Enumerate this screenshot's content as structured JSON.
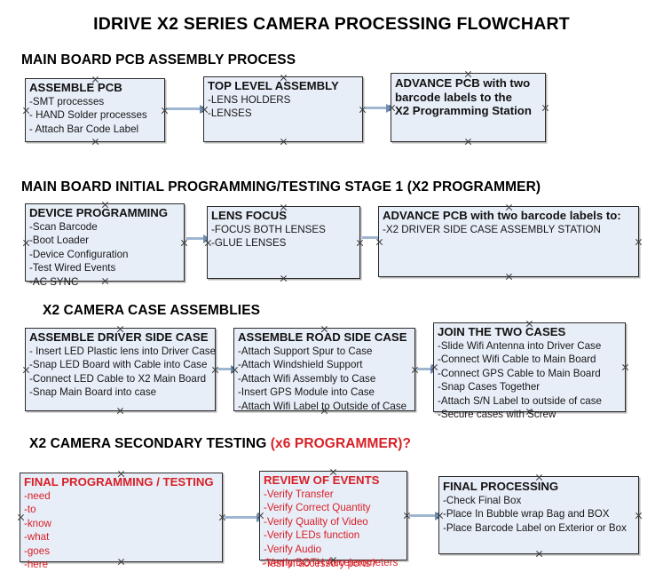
{
  "title": "IDRIVE X2  SERIES CAMERA PROCESSING FLOWCHART",
  "sections": [
    {
      "id": "main-board-pcb-assembly-process",
      "heading": "MAIN BOARD PCB ASSEMBLY PROCESS",
      "heading_red": ""
    },
    {
      "id": "main-board-initial-programming",
      "heading": "MAIN BOARD INITIAL PROGRAMMING/TESTING STAGE 1 (X2 PROGRAMMER)",
      "heading_red": ""
    },
    {
      "id": "x2-camera-case-assemblies",
      "heading": "X2 CAMERA CASE ASSEMBLIES",
      "heading_red": ""
    },
    {
      "id": "x2-camera-secondary-testing",
      "heading": "X2 CAMERA SECONDARY TESTING ",
      "heading_red": "(x6 PROGRAMMER)?"
    }
  ],
  "nodes": {
    "assemble_pcb": {
      "title": "ASSEMBLE PCB",
      "lines": [
        "-SMT processes",
        "- HAND Solder processes",
        "- Attach Bar Code Label"
      ]
    },
    "top_level_assembly": {
      "title": "TOP LEVEL ASSEMBLY",
      "lines": [
        "-LENS HOLDERS",
        "-LENSES"
      ]
    },
    "advance_pcb_station": {
      "title": "ADVANCE PCB with two",
      "lines": [
        "barcode labels to the",
        " X2 Programming Station"
      ]
    },
    "device_programming": {
      "title": "DEVICE PROGRAMMING",
      "lines": [
        "-Scan Barcode",
        "-Boot Loader",
        "-Device Configuration",
        "-Test Wired Events",
        "-AC SYNC"
      ]
    },
    "lens_focus": {
      "title": "LENS FOCUS",
      "lines": [
        "-FOCUS BOTH LENSES",
        "-GLUE LENSES"
      ]
    },
    "advance_pcb_driver_case": {
      "title": "ADVANCE PCB with two barcode labels to:",
      "lines": [
        "-X2 DRIVER  SIDE  CASE  ASSEMBLY STATION"
      ]
    },
    "assemble_driver_side_case": {
      "title": "ASSEMBLE DRIVER SIDE CASE",
      "lines": [
        "- Insert LED Plastic lens into Driver Case",
        "-Snap LED Board with Cable into Case",
        "-Connect LED Cable to X2 Main Board",
        "-Snap Main Board into case"
      ]
    },
    "assemble_road_side_case": {
      "title": "ASSEMBLE ROAD SIDE CASE",
      "lines": [
        "-Attach Support Spur to Case",
        "-Attach Windshield Support",
        "-Attach Wifi Assembly to Case",
        "-Insert GPS Module into Case",
        "-Attach Wifi Label to Outside of Case"
      ]
    },
    "join_the_two_cases": {
      "title": "JOIN THE TWO CASES",
      "lines": [
        "-Slide Wifi Antenna into Driver Case",
        "-Connect Wifi Cable to Main Board",
        "-Connect GPS Cable to Main Board",
        "-Snap Cases Together",
        "-Attach S/N Label to outside of case",
        "-Secure cases with Screw"
      ]
    },
    "final_programming_testing": {
      "title": "FINAL PROGRAMMING / TESTING",
      "lines": [
        "-need",
        "-to",
        "-know",
        "-what",
        "-goes",
        "-here"
      ]
    },
    "review_of_events": {
      "title": "REVIEW OF EVENTS",
      "lines": [
        "-Verify Transfer",
        "-Verify Correct Quantity",
        "-Verify Quality of Video",
        "-Verify LEDs function",
        "-Verify Audio",
        "-Verify BOTH Accelerometers"
      ],
      "overflow_line": "-Test of accessory ports?"
    },
    "final_processing": {
      "title": "FINAL PROCESSING",
      "lines": [
        " -Check Final Box",
        "-Place In Bubble wrap Bag and BOX",
        "-Place Barcode Label on Exterior or Box"
      ]
    }
  },
  "colors": {
    "node_fill": "#e8eef8",
    "node_border": "#2b2b2b",
    "connector": "#9fb6d0",
    "arrow": "#6f8fb5",
    "red_text": "#d81f26",
    "text": "#121212"
  }
}
